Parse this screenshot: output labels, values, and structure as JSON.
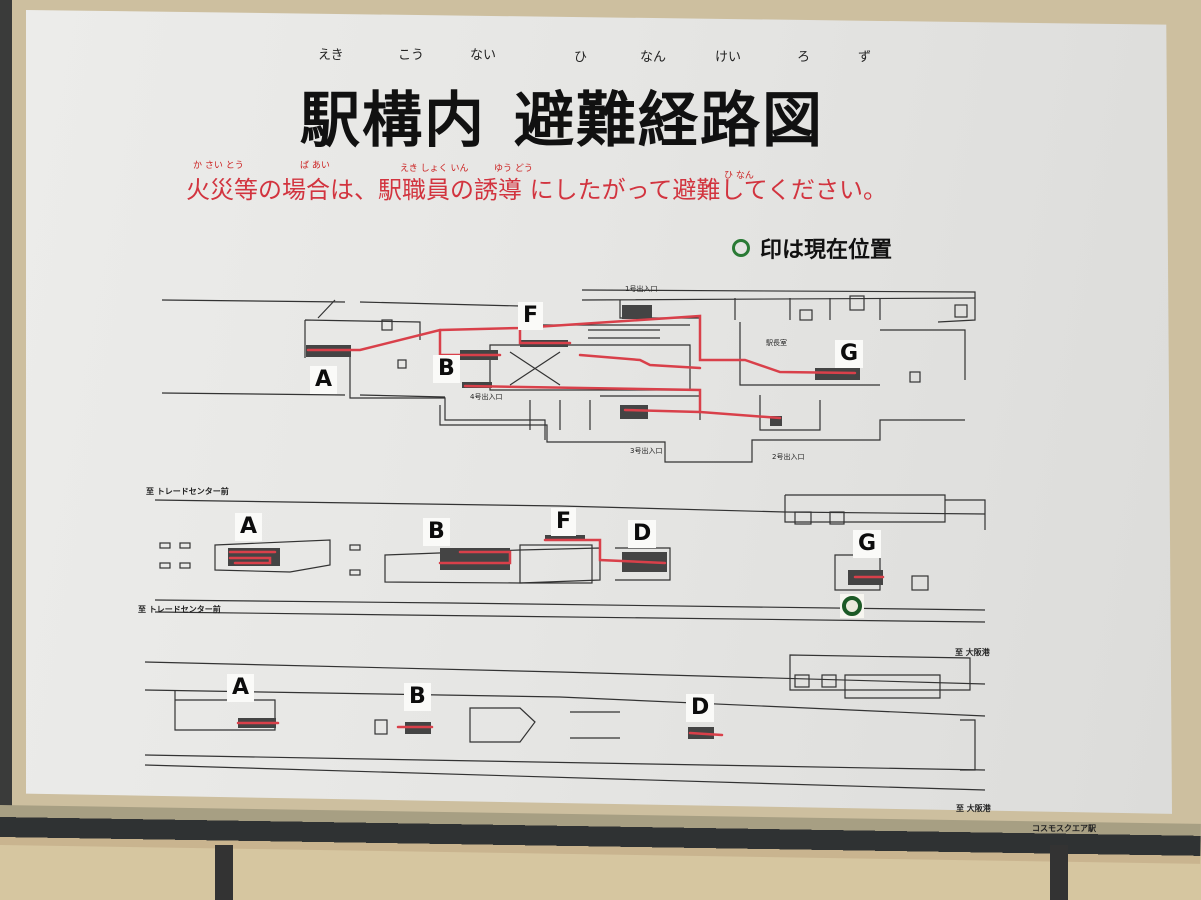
{
  "title": {
    "text_part1": "駅構内",
    "text_part2": "避難経路図",
    "ruby": [
      "えき",
      "こう",
      "ない",
      "ひ",
      "なん",
      "けい",
      "ろ",
      "ず"
    ]
  },
  "notice": {
    "text": "火災等の場合は、駅職員の誘導 にしたがって避難してください。",
    "ruby": [
      "か さい とう",
      "ば あい",
      "えき しょく いん",
      "ゆう どう",
      "ひ なん"
    ],
    "color": "#d2343f"
  },
  "legend": {
    "icon": "green-circle-icon",
    "text": "印は現在位置",
    "color": "#2a7a35"
  },
  "upper_level": {
    "stair_tags": [
      "A",
      "B",
      "F",
      "G"
    ],
    "labels": {
      "exit1": "1号出入口",
      "exit2": "2号出入口",
      "exit3": "3号出入口",
      "exit4": "4号出入口",
      "station_master": "駅長室"
    }
  },
  "middle_level": {
    "stair_tags": [
      "A",
      "B",
      "F",
      "D",
      "G"
    ],
    "direction_top": "至 トレードセンター前",
    "direction_bottom_left": "至 トレードセンター前",
    "direction_bottom_right": "至 大阪港"
  },
  "lower_level": {
    "stair_tags": [
      "A",
      "B",
      "D"
    ],
    "direction_bottom_right": "至 大阪港"
  },
  "station_name": "コスモスクエア駅",
  "route_color": "#d9404a"
}
